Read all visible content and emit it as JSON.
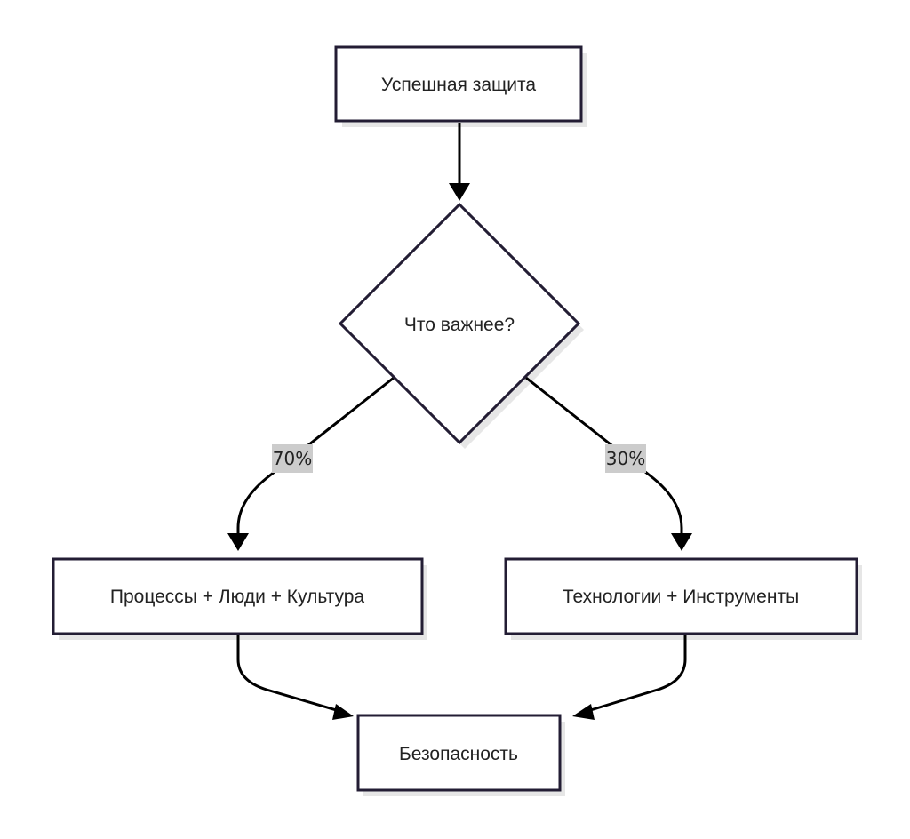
{
  "nodes": {
    "start": {
      "label": "Успешная защита"
    },
    "decision": {
      "label": "Что важнее?"
    },
    "left": {
      "label": "Процессы + Люди + Культура"
    },
    "right": {
      "label": "Технологии + Инструменты"
    },
    "end": {
      "label": "Безопасность"
    }
  },
  "edges": {
    "left_label": "70%",
    "right_label": "30%"
  },
  "colors": {
    "stroke": "#231d34",
    "node_fill": "#ffffff",
    "shadow": "#e6e6e6",
    "edge_label_bg": "#cccccc",
    "text": "#222222"
  }
}
